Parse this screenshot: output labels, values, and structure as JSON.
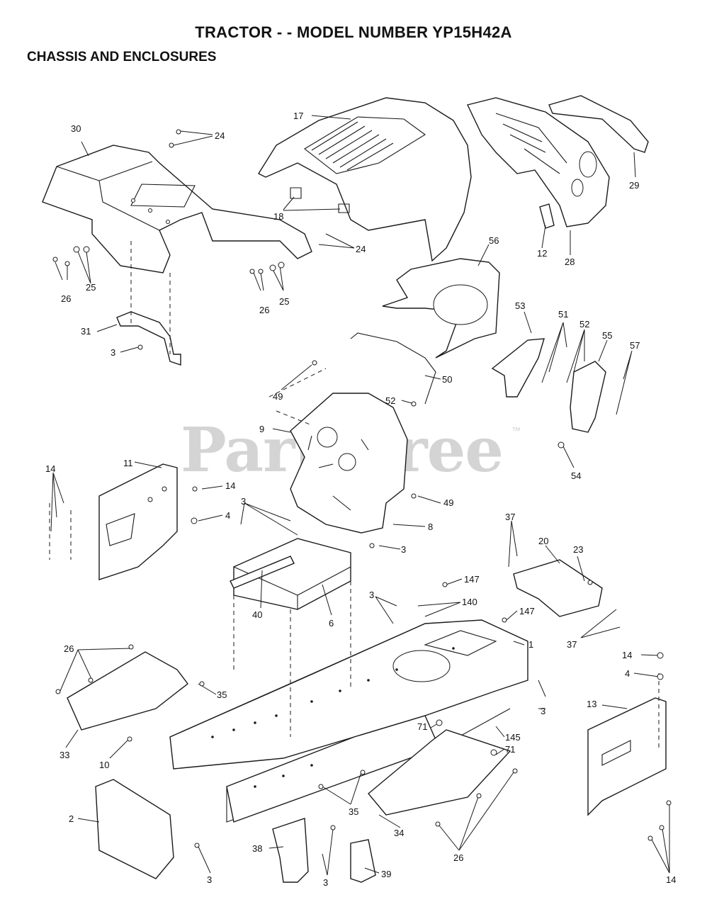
{
  "header": {
    "title": "TRACTOR - - MODEL NUMBER YP15H42A",
    "subtitle": "CHASSIS AND ENCLOSURES"
  },
  "watermark": {
    "brand": "PartsTree",
    "trademark": "™"
  },
  "callouts": [
    "30",
    "24",
    "17",
    "29",
    "18",
    "24",
    "12",
    "28",
    "26",
    "25",
    "26",
    "25",
    "56",
    "31",
    "3",
    "53",
    "51",
    "52",
    "55",
    "57",
    "49",
    "50",
    "52",
    "9",
    "54",
    "11",
    "14",
    "14",
    "4",
    "49",
    "3",
    "8",
    "3",
    "37",
    "20",
    "23",
    "147",
    "140",
    "3",
    "147",
    "40",
    "6",
    "1",
    "37",
    "26",
    "35",
    "14",
    "4",
    "13",
    "33",
    "10",
    "71",
    "145",
    "71",
    "3",
    "2",
    "35",
    "34",
    "38",
    "3",
    "39",
    "26",
    "3",
    "14"
  ]
}
